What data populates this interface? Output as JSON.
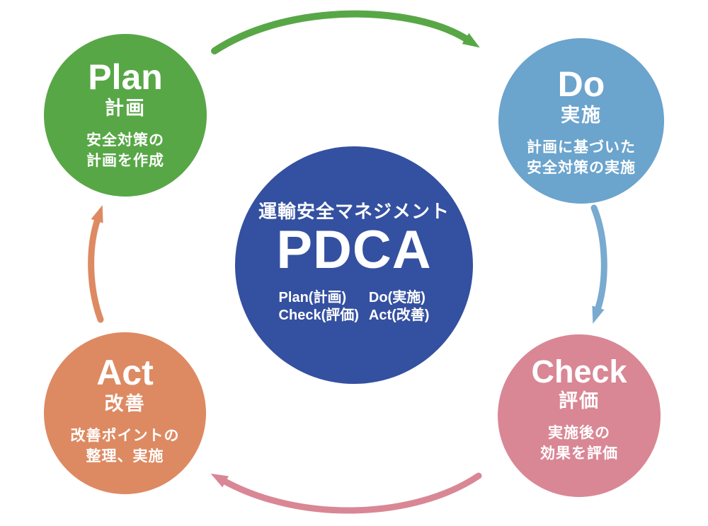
{
  "center": {
    "heading": "運輸安全マネジメント",
    "acronym": "PDCA",
    "legend": [
      "Plan(計画)",
      "Do(実施)",
      "Check(評価)",
      "Act(改善)"
    ],
    "color": "#3450a0"
  },
  "nodes": {
    "plan": {
      "en": "Plan",
      "ja": "計画",
      "desc1": "安全対策の",
      "desc2": "計画を作成",
      "color": "#58a747"
    },
    "do": {
      "en": "Do",
      "ja": "実施",
      "desc1": "計画に基づいた",
      "desc2": "安全対策の実施",
      "color": "#6ba4cd"
    },
    "check": {
      "en": "Check",
      "ja": "評価",
      "desc1": "実施後の",
      "desc2": "効果を評価",
      "color": "#d98795"
    },
    "act": {
      "en": "Act",
      "ja": "改善",
      "desc1": "改善ポイントの",
      "desc2": "整理、実施",
      "color": "#dd8a62"
    }
  },
  "arrows": {
    "plan_to_do": {
      "color": "#58a747"
    },
    "do_to_check": {
      "color": "#79aacf"
    },
    "check_to_act": {
      "color": "#d98795"
    },
    "act_to_plan": {
      "color": "#dd8a62"
    }
  }
}
